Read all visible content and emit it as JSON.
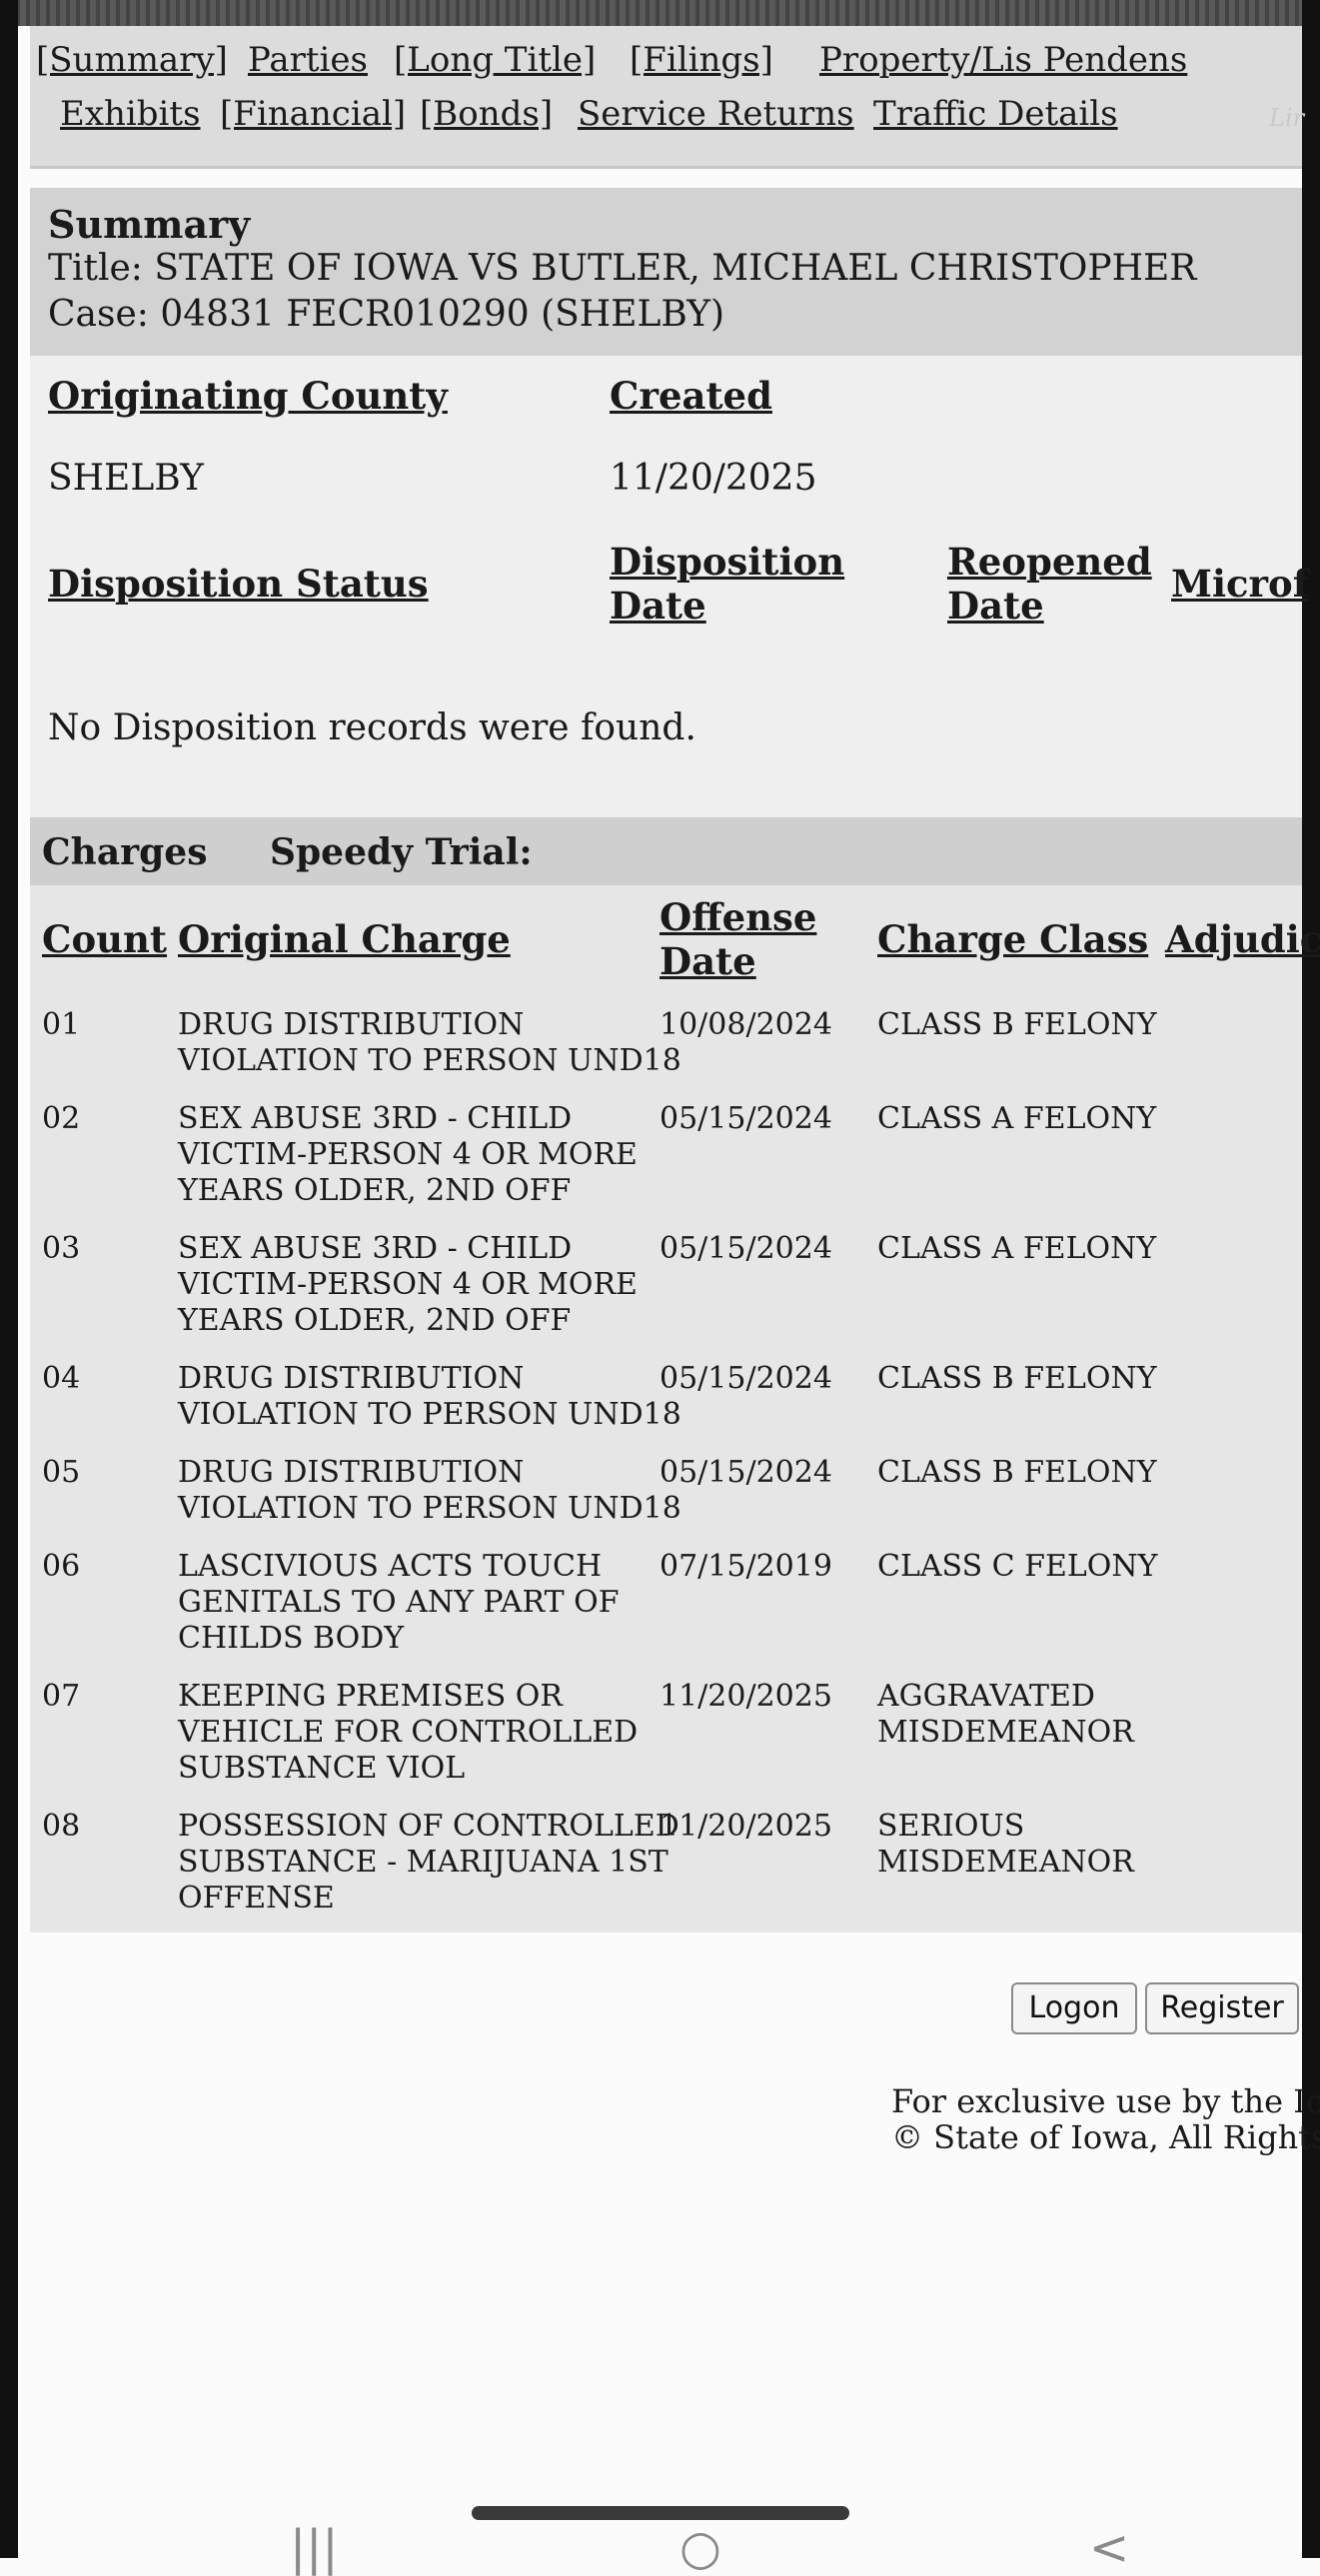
{
  "nav": {
    "row1": [
      "[Summary]",
      "Parties",
      "[Long Title]",
      "[Filings]",
      "Property/Lis Pendens"
    ],
    "row2": [
      "Exhibits",
      "[Financial]",
      "[Bonds]",
      "Service Returns",
      "Traffic Details"
    ],
    "faint_right": "Lir"
  },
  "summary": {
    "heading": "Summary",
    "title_line": "Title: STATE OF IOWA VS BUTLER, MICHAEL CHRISTOPHER",
    "case_line": "Case: 04831 FECR010290 (SHELBY)",
    "originating_county_label": "Originating County",
    "originating_county_value": "SHELBY",
    "created_label": "Created",
    "created_value": "11/20/2025",
    "disposition_status_label": "Disposition Status",
    "disposition_date_label": "Disposition\nDate",
    "reopened_date_label": "Reopened\nDate",
    "microfilm_label": "Microf",
    "no_records_text": "No Disposition records were found."
  },
  "charges": {
    "heading": "Charges",
    "speedy_trial_label": "Speedy Trial:",
    "columns": {
      "count": "Count",
      "original_charge": "Original Charge",
      "offense_date": "Offense\nDate",
      "charge_class": "Charge Class",
      "adjudication": "Adjudic"
    },
    "rows": [
      {
        "count": "01",
        "charge": "DRUG DISTRIBUTION\nVIOLATION TO PERSON UND18",
        "date": "10/08/2024",
        "class": "CLASS B FELONY"
      },
      {
        "count": "02",
        "charge": "SEX ABUSE 3RD - CHILD\nVICTIM-PERSON 4 OR MORE\nYEARS OLDER, 2ND OFF",
        "date": "05/15/2024",
        "class": "CLASS A FELONY"
      },
      {
        "count": "03",
        "charge": "SEX ABUSE 3RD - CHILD\nVICTIM-PERSON 4 OR MORE\nYEARS OLDER, 2ND OFF",
        "date": "05/15/2024",
        "class": "CLASS A FELONY"
      },
      {
        "count": "04",
        "charge": "DRUG DISTRIBUTION\nVIOLATION TO PERSON UND18",
        "date": "05/15/2024",
        "class": "CLASS B FELONY"
      },
      {
        "count": "05",
        "charge": "DRUG DISTRIBUTION\nVIOLATION TO PERSON UND18",
        "date": "05/15/2024",
        "class": "CLASS B FELONY"
      },
      {
        "count": "06",
        "charge": "LASCIVIOUS ACTS TOUCH\nGENITALS TO ANY PART OF\nCHILDS BODY",
        "date": "07/15/2019",
        "class": "CLASS C FELONY"
      },
      {
        "count": "07",
        "charge": "KEEPING PREMISES OR\nVEHICLE FOR CONTROLLED\nSUBSTANCE VIOL",
        "date": "11/20/2025",
        "class": "AGGRAVATED\nMISDEMEANOR"
      },
      {
        "count": "08",
        "charge": "POSSESSION OF CONTROLLED\nSUBSTANCE - MARIJUANA 1ST\nOFFENSE",
        "date": "11/20/2025",
        "class": "SERIOUS\nMISDEMEANOR"
      }
    ]
  },
  "buttons": {
    "logon": "Logon",
    "register": "Register"
  },
  "footer": {
    "line1": "For exclusive use by the Iow",
    "line2": "© State of Iowa,  All Rights R"
  },
  "system_nav": {
    "recents": "|||",
    "home": "○",
    "back": "<"
  }
}
